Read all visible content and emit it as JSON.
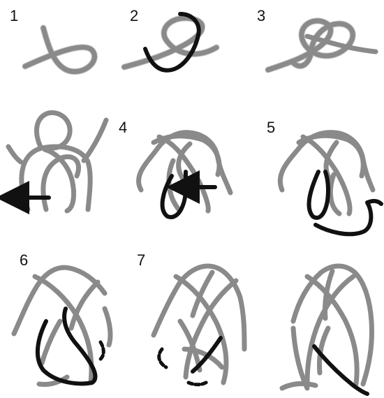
{
  "panels": [
    {
      "label": "1"
    },
    {
      "label": "2"
    },
    {
      "label": "3"
    },
    {
      "label": ""
    },
    {
      "label": "4"
    },
    {
      "label": "5"
    },
    {
      "label": "6"
    },
    {
      "label": "7"
    },
    {
      "label": ""
    }
  ],
  "colors": {
    "rope": "#8a8a8a",
    "working_end": "#111111",
    "background": "#ffffff"
  }
}
